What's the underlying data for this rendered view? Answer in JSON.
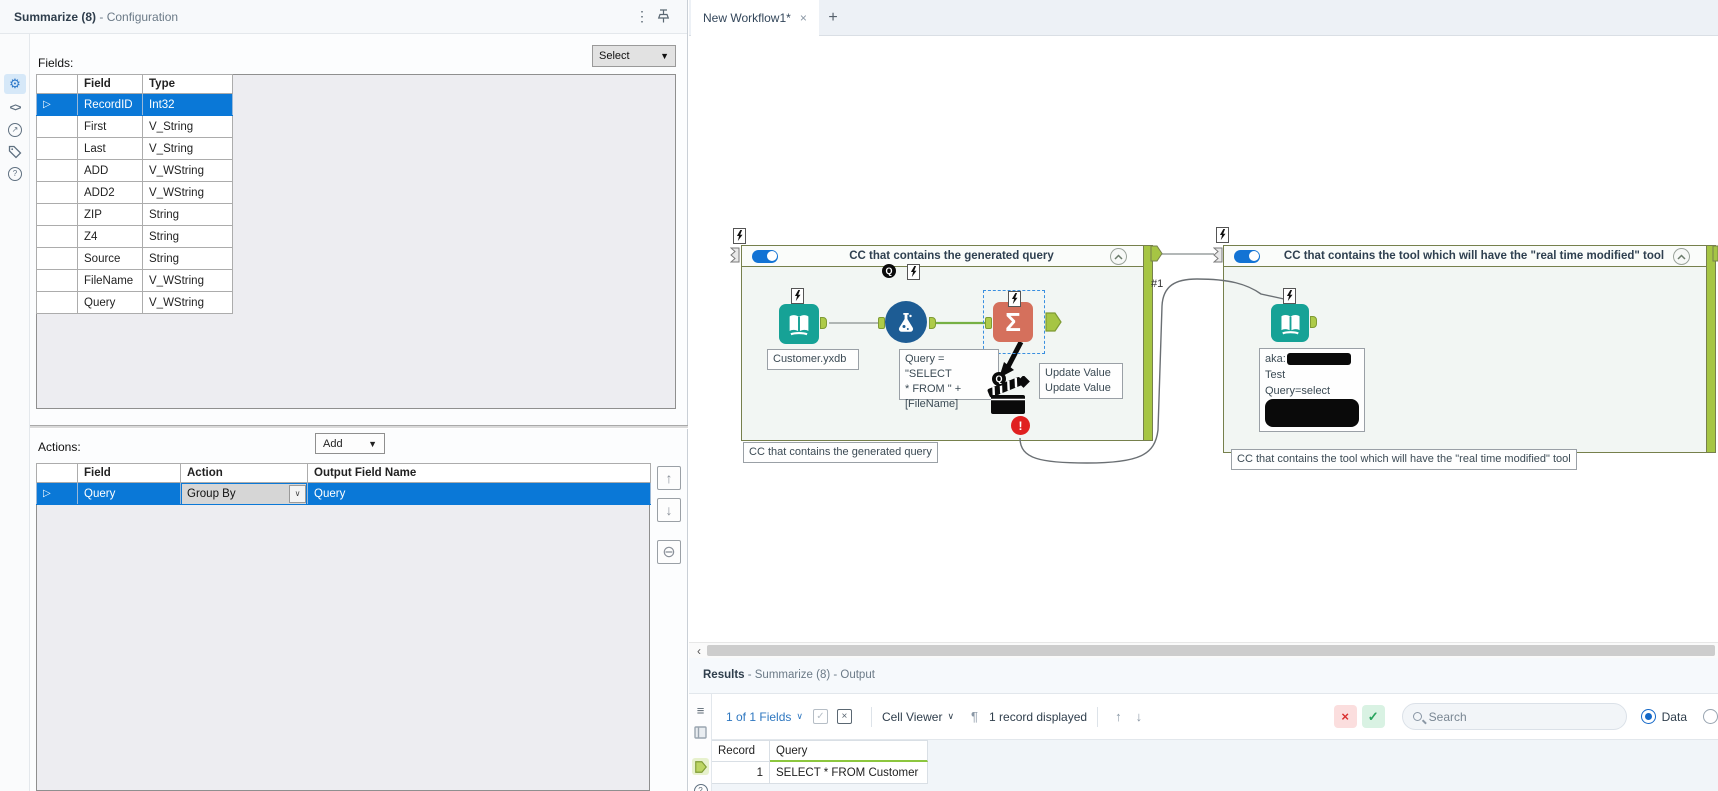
{
  "colors": {
    "selection_blue": "#0A78D7",
    "container_border_olive": "#76804C",
    "container_bar_green": "#A6C544",
    "wire_green": "#76B043",
    "anchor_green": "#AECB48",
    "error_red": "#E02020",
    "input_tool_teal": "#16A296",
    "formula_tool_blue": "#1D5C94",
    "summarize_tool_salmon": "#D5705C",
    "accent_blue": "#2D78C9",
    "link_blue": "#2E77C0"
  },
  "icons": {
    "menu": "⋮",
    "caret_down": "▼",
    "combo_caret": "∨",
    "chevron_down": "∨",
    "close": "×",
    "plus": "+",
    "scroll_left": "‹",
    "up_arrow": "↑",
    "down_arrow": "↓",
    "remove": "⊖",
    "pilcrow": "¶",
    "list": "≡",
    "code": "<>",
    "gear": "⚙",
    "help": "?",
    "nav_arrow": "↗",
    "row_marker": "▷",
    "check": "✓",
    "error_mark": "!",
    "q_badge": "Q",
    "summarize_sigma": "Σ"
  },
  "config_panel": {
    "title_bold": "Summarize (8)",
    "title_rest": " - Configuration",
    "select_button": "Select",
    "fields_label": "Fields:",
    "fields_table": {
      "headers": [
        "Field",
        "Type"
      ],
      "rows": [
        {
          "field": "RecordID",
          "type": "Int32"
        },
        {
          "field": "First",
          "type": "V_String"
        },
        {
          "field": "Last",
          "type": "V_String"
        },
        {
          "field": "ADD",
          "type": "V_WString"
        },
        {
          "field": "ADD2",
          "type": "V_WString"
        },
        {
          "field": "ZIP",
          "type": "String"
        },
        {
          "field": "Z4",
          "type": "String"
        },
        {
          "field": "Source",
          "type": "String"
        },
        {
          "field": "FileName",
          "type": "V_WString"
        },
        {
          "field": "Query",
          "type": "V_WString"
        }
      ]
    },
    "actions_label": "Actions:",
    "add_button": "Add",
    "actions_table": {
      "headers": [
        "Field",
        "Action",
        "Output Field Name"
      ],
      "row": {
        "field": "Query",
        "action": "Group By",
        "output": "Query"
      }
    }
  },
  "canvas": {
    "tab_label": "New Workflow1*",
    "containers": [
      {
        "title": "CC that contains the generated query",
        "caption": "CC that contains the generated query"
      },
      {
        "title": "CC that contains the tool which will have the \"real time modified\" tool",
        "caption": "CC that contains the tool which will have the \"real time modified\" tool"
      }
    ],
    "labels": {
      "input1": "Customer.yxdb",
      "formula_line1": "Query = \"SELECT",
      "formula_line2": "* FROM \" +",
      "formula_line3": "[FileName]",
      "action_line1": "Update Value",
      "action_line2": "Update Value",
      "redacted_prefix": "aka:",
      "redacted_line2": "Test",
      "redacted_line3": "Query=select",
      "wire_label": "#1"
    }
  },
  "results_panel": {
    "title_bold": "Results",
    "title_rest": " - Summarize (8) - Output",
    "fields_dropdown": "1 of 1 Fields",
    "cell_viewer": "Cell Viewer",
    "record_count": "1 record displayed",
    "search_placeholder": "Search",
    "data_radio": "Data",
    "grid": {
      "headers": [
        "Record",
        "Query"
      ],
      "row": {
        "record": "1",
        "query": "SELECT * FROM Customer"
      }
    }
  }
}
